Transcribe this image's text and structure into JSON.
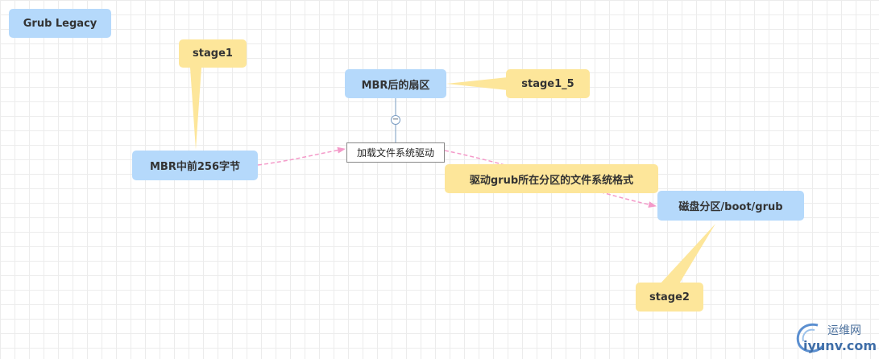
{
  "nodes": {
    "grub_legacy": "Grub Legacy",
    "stage1": "stage1",
    "mbr_after_sector": "MBR后的扇区",
    "stage1_5": "stage1_5",
    "load_fs_driver": "加载文件系统驱动",
    "mbr_first_446": "MBR中前256字节",
    "drive_grub_fs": "驱动grub所在分区的文件系统格式",
    "disk_partition_boot_grub": "磁盘分区/boot/grub",
    "stage2": "stage2"
  },
  "collapse_symbol": "−",
  "watermark": {
    "top": "运维网",
    "bottom": "iyunv.com"
  },
  "colors": {
    "blue_node": "#b5d9fb",
    "yellow_note": "#fde69a",
    "arrow": "#f49ac9",
    "connector": "#7a9cc2"
  }
}
